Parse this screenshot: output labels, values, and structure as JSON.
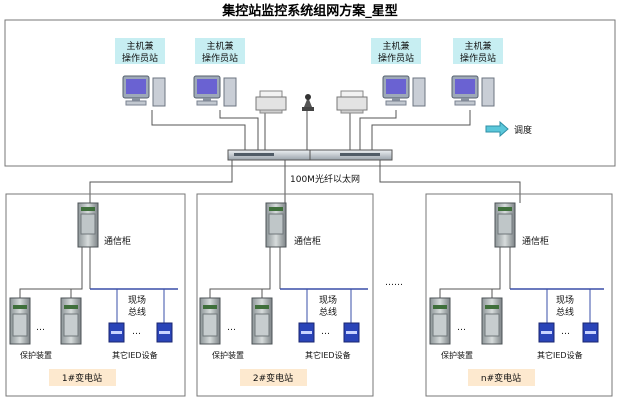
{
  "title": "集控站监控系统组网方案_星型",
  "workstations": [
    {
      "line1": "主机兼",
      "line2": "操作员站"
    },
    {
      "line1": "主机兼",
      "line2": "操作员站"
    },
    {
      "line1": "主机兼",
      "line2": "操作员站"
    },
    {
      "line1": "主机兼",
      "line2": "操作员站"
    }
  ],
  "dispatch_label": "调度",
  "network_label": "100M光纤以太网",
  "ellipsis_between_stations": "……",
  "stations": [
    {
      "name": "1#变电站",
      "cabinet": "通信柜",
      "protection": "保护装置",
      "bus": [
        "现场",
        "总线"
      ],
      "ied": "其它IED设备"
    },
    {
      "name": "2#变电站",
      "cabinet": "通信柜",
      "protection": "保护装置",
      "bus": [
        "现场",
        "总线"
      ],
      "ied": "其它IED设备"
    },
    {
      "name": "n#变电站",
      "cabinet": "通信柜",
      "protection": "保护装置",
      "bus": [
        "现场",
        "总线"
      ],
      "ied": "其它IED设备"
    }
  ],
  "colors": {
    "ws_label_bg": "#c7eef2",
    "station_label_bg": "#fde9cf",
    "line": "#555555",
    "bus": "#3a4fa8"
  }
}
